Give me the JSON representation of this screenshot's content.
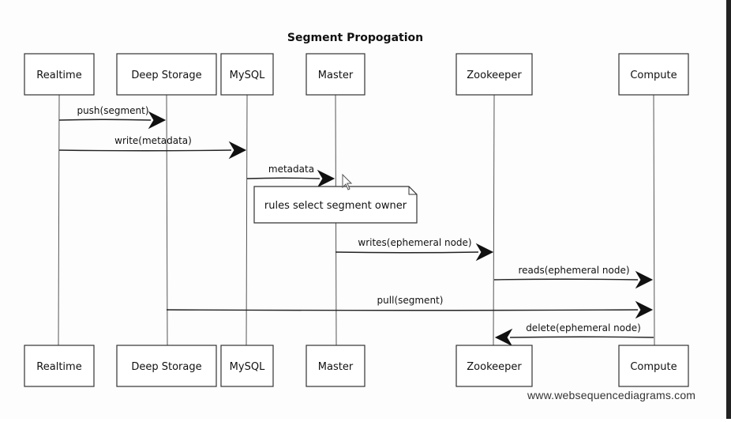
{
  "diagram": {
    "title": "Segment Propogation",
    "participants": [
      {
        "id": "realtime",
        "label": "Realtime"
      },
      {
        "id": "deep-storage",
        "label": "Deep Storage"
      },
      {
        "id": "mysql",
        "label": "MySQL"
      },
      {
        "id": "master",
        "label": "Master"
      },
      {
        "id": "zookeeper",
        "label": "Zookeeper"
      },
      {
        "id": "compute",
        "label": "Compute"
      }
    ],
    "messages": [
      {
        "from": "realtime",
        "to": "deep-storage",
        "label": "push(segment)"
      },
      {
        "from": "realtime",
        "to": "mysql",
        "label": "write(metadata)"
      },
      {
        "from": "mysql",
        "to": "master",
        "label": "metadata"
      },
      {
        "from": "master",
        "to": "zookeeper",
        "label": "writes(ephemeral node)"
      },
      {
        "from": "zookeeper",
        "to": "compute",
        "label": "reads(ephemeral node)"
      },
      {
        "from": "deep-storage",
        "to": "compute",
        "label": "pull(segment)"
      },
      {
        "from": "compute",
        "to": "zookeeper",
        "label": "delete(ephemeral node)"
      }
    ],
    "note": {
      "over": "master",
      "text": "rules select segment owner"
    }
  },
  "footer": {
    "watermark": "www.websequencediagrams.com"
  }
}
